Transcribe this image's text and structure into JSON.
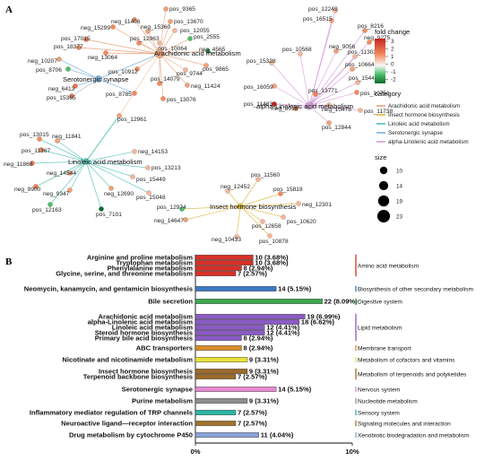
{
  "panel_a_tag": "A",
  "panel_b_tag": "B",
  "chart_data": [
    {
      "type": "network",
      "legend": {
        "fold_change_title": "fold change",
        "fold_change_ticks": [
          "3",
          "2",
          "1",
          "0",
          "-1",
          "-2"
        ],
        "category_title": "category",
        "category_items": [
          {
            "label": "Arachidonic acid metabolism",
            "color": "#e8a27d"
          },
          {
            "label": "Insect hormone biosynthesis",
            "color": "#d9b435"
          },
          {
            "label": "Linoleic acid metabolism",
            "color": "#4ec2b3"
          },
          {
            "label": "Serotonergic synapse",
            "color": "#7ab0dc"
          },
          {
            "label": "alpha-Linolenic acid metabolism",
            "color": "#d59ad8"
          }
        ],
        "size_title": "size",
        "size_items": [
          "10",
          "14",
          "19",
          "23"
        ]
      },
      "hubs": [
        {
          "id": "arachidonic",
          "label": "Arachidonic acid metabolism",
          "color": "#e8a27d",
          "size": 23
        },
        {
          "id": "serotonergic",
          "label": "Serotonergic synapse",
          "color": "#7ab0dc",
          "size": 14
        },
        {
          "id": "alpha",
          "label": "alpha-Linolenic acid metabolism",
          "color": "#d59ad8",
          "size": 19
        },
        {
          "id": "linoleic",
          "label": "Linoleic acid metabolism",
          "color": "#4ec2b3",
          "size": 12
        },
        {
          "id": "insect",
          "label": "Insect hormone biosynthesis",
          "color": "#d9b435",
          "size": 10
        }
      ],
      "nodes": [
        {
          "label": "pos_9365",
          "hub": "arachidonic",
          "fc": 0.8
        },
        {
          "label": "neg_11406",
          "hub": "arachidonic",
          "fc": 1.0
        },
        {
          "label": "pos_13670",
          "hub": "arachidonic",
          "fc": 0.8
        },
        {
          "label": "neg_15299",
          "hub": "arachidonic",
          "fc": 1.0
        },
        {
          "label": "neg_15360",
          "hub": "arachidonic",
          "fc": 0.8
        },
        {
          "label": "pos_12055",
          "hub": "arachidonic",
          "fc": 0.6
        },
        {
          "label": "pos_17015",
          "hub": "arachidonic",
          "fc": 1.2
        },
        {
          "label": "pos_12963",
          "hub": "arachidonic",
          "fc": 1.0
        },
        {
          "label": "pos_10064",
          "hub": "arachidonic",
          "fc": 0.6
        },
        {
          "label": "pos_2555",
          "hub": "arachidonic",
          "fc": -1.0
        },
        {
          "label": "pos_18377",
          "hub": "arachidonic",
          "fc": 1.0
        },
        {
          "label": "neg_4565",
          "hub": "arachidonic",
          "fc": -1.5
        },
        {
          "label": "neg_13064",
          "hub": "arachidonic",
          "fc": 1.0
        },
        {
          "label": "neg_10207",
          "hub": "serotonergic",
          "fc": 0.8
        },
        {
          "label": "pos_8706",
          "hub": "serotonergic",
          "fc": -1.0
        },
        {
          "label": "pos_9744",
          "hub": "arachidonic",
          "fc": 0.6
        },
        {
          "label": "pos_9865",
          "hub": "arachidonic",
          "fc": 0.8
        },
        {
          "label": "pos_10912",
          "hub": "arachidonic",
          "fc": 1.0
        },
        {
          "label": "neg_6413",
          "hub": "serotonergic",
          "fc": 1.4
        },
        {
          "label": "pos_14079",
          "hub": "arachidonic",
          "fc": 1.0
        },
        {
          "label": "neg_11424",
          "hub": "arachidonic",
          "fc": 0.8
        },
        {
          "label": "pos_15365",
          "hub": "serotonergic",
          "fc": 1.2
        },
        {
          "label": "pos_8785",
          "hub": "serotonergic",
          "fc": 1.0
        },
        {
          "label": "pos_13076",
          "hub": "arachidonic",
          "fc": 1.0
        },
        {
          "label": "pos_12961",
          "hub": "linoleic",
          "fc": 0.8
        },
        {
          "label": "pos_12249",
          "hub": "alpha",
          "fc": 0.6
        },
        {
          "label": "pos_16515",
          "hub": "alpha",
          "fc": 0.8
        },
        {
          "label": "pos_8216",
          "hub": "alpha",
          "fc": 1.0
        },
        {
          "label": "neg_9275",
          "hub": "alpha",
          "fc": 1.0
        },
        {
          "label": "neg_9056",
          "hub": "alpha",
          "fc": 0.8
        },
        {
          "label": "pos_10568",
          "hub": "alpha",
          "fc": 0.6
        },
        {
          "label": "pos_11302",
          "hub": "alpha",
          "fc": 0.6
        },
        {
          "label": "pos_15328",
          "hub": "alpha",
          "fc": 0.6
        },
        {
          "label": "pos_10664",
          "hub": "alpha",
          "fc": 0.8
        },
        {
          "label": "pos_15446",
          "hub": "alpha",
          "fc": 0.6
        },
        {
          "label": "pos_16059",
          "hub": "alpha",
          "fc": 0.8
        },
        {
          "label": "pos_10751",
          "hub": "alpha",
          "fc": 1.0
        },
        {
          "label": "pos_13771",
          "hub": "alpha",
          "fc": 1.2
        },
        {
          "label": "pos_11483",
          "hub": "alpha",
          "fc": 3.0
        },
        {
          "label": "neg_10478",
          "hub": "alpha",
          "fc": 0.6
        },
        {
          "label": "pos_11738",
          "hub": "alpha",
          "fc": 0.6
        },
        {
          "label": "neg_8016",
          "hub": "alpha",
          "fc": 1.2
        },
        {
          "label": "pos_12844",
          "hub": "alpha",
          "fc": 0.8
        },
        {
          "label": "pos_13015",
          "hub": "linoleic",
          "fc": 1.0
        },
        {
          "label": "neg_11841",
          "hub": "linoleic",
          "fc": 0.8
        },
        {
          "label": "pos_11367",
          "hub": "linoleic",
          "fc": 1.0
        },
        {
          "label": "neg_14153",
          "hub": "linoleic",
          "fc": 0.6
        },
        {
          "label": "neg_11868",
          "hub": "linoleic",
          "fc": 1.2
        },
        {
          "label": "pos_13213",
          "hub": "linoleic",
          "fc": 0.6
        },
        {
          "label": "neg_14544",
          "hub": "linoleic",
          "fc": 0.8
        },
        {
          "label": "pos_15449",
          "hub": "linoleic",
          "fc": 0.6
        },
        {
          "label": "neg_9900",
          "hub": "linoleic",
          "fc": 1.2
        },
        {
          "label": "neg_9347",
          "hub": "linoleic",
          "fc": 0.8
        },
        {
          "label": "neg_12690",
          "hub": "linoleic",
          "fc": 0.8
        },
        {
          "label": "pos_15048",
          "hub": "linoleic",
          "fc": 0.6
        },
        {
          "label": "pos_12163",
          "hub": "linoleic",
          "fc": -1.0
        },
        {
          "label": "pos_7101",
          "hub": "linoleic",
          "fc": -2.0
        },
        {
          "label": "pos_11560",
          "hub": "insect",
          "fc": 0.6
        },
        {
          "label": "neg_12452",
          "hub": "insect",
          "fc": 0.6
        },
        {
          "label": "pos_15818",
          "hub": "insect",
          "fc": 1.0
        },
        {
          "label": "neg_12301",
          "hub": "insect",
          "fc": 0.6
        },
        {
          "label": "pos_12974",
          "hub": "insect",
          "fc": -1.0
        },
        {
          "label": "neg_14647",
          "hub": "insect",
          "fc": 0.8
        },
        {
          "label": "pos_12658",
          "hub": "insect",
          "fc": 0.6
        },
        {
          "label": "pos_10620",
          "hub": "insect",
          "fc": 0.6
        },
        {
          "label": "neg_10433",
          "hub": "insect",
          "fc": 0.6
        },
        {
          "label": "pos_10878",
          "hub": "insect",
          "fc": 0.6
        }
      ]
    },
    {
      "type": "bar",
      "orientation": "horizontal",
      "xlim": [
        0,
        10
      ],
      "x_tick_labels": [
        "0%",
        "10%"
      ],
      "bars": [
        {
          "label": "Arginine and proline metabolism",
          "value_label": "10 (3.68%)",
          "percent": 3.68,
          "color": "#d73027"
        },
        {
          "label": "Tryptophan metabolism",
          "value_label": "10 (3.68%)",
          "percent": 3.68,
          "color": "#d73027"
        },
        {
          "label": "Phenylalanine metabolism",
          "value_label": "8 (2.94%)",
          "percent": 2.94,
          "color": "#d73027"
        },
        {
          "label": "Glycine, serine, and threonine metabolism",
          "value_label": "7 (2.57%)",
          "percent": 2.57,
          "color": "#d73027"
        },
        {
          "label": "Neomycin, kanamycin, and gentamicin biosynthesis",
          "value_label": "14 (5.15%)",
          "percent": 5.15,
          "color": "#3a7ac2"
        },
        {
          "label": "Bile secretion",
          "value_label": "22 (8.09%)",
          "percent": 8.09,
          "color": "#3ea850"
        },
        {
          "label": "Arachidonic acid metabolism",
          "value_label": "19 (6.99%)",
          "percent": 6.99,
          "color": "#8a5bc4"
        },
        {
          "label": "alpha-Linolenic acid metabolism",
          "value_label": "18 (6.62%)",
          "percent": 6.62,
          "color": "#8a5bc4"
        },
        {
          "label": "Linoleic acid metabolism",
          "value_label": "12 (4.41%)",
          "percent": 4.41,
          "color": "#8a5bc4"
        },
        {
          "label": "Steroid hormone biosynthesis",
          "value_label": "12 (4.41%)",
          "percent": 4.41,
          "color": "#8a5bc4"
        },
        {
          "label": "Primary bile acid biosynthesis",
          "value_label": "8 (2.94%)",
          "percent": 2.94,
          "color": "#8a5bc4"
        },
        {
          "label": "ABC transporters",
          "value_label": "8 (2.94%)",
          "percent": 2.94,
          "color": "#d98c2b"
        },
        {
          "label": "Nicotinate and nicotinamide metabolism",
          "value_label": "9 (3.31%)",
          "percent": 3.31,
          "color": "#e8e23a"
        },
        {
          "label": "Insect hormone biosynthesis",
          "value_label": "9 (3.31%)",
          "percent": 3.31,
          "color": "#9c6a2a"
        },
        {
          "label": "Terpenoid backbone biosynthesis",
          "value_label": "7 (2.57%)",
          "percent": 2.57,
          "color": "#9c6a2a"
        },
        {
          "label": "Serotonergic synapse",
          "value_label": "14 (5.15%)",
          "percent": 5.15,
          "color": "#e58ad0"
        },
        {
          "label": "Purine metabolism",
          "value_label": "9 (3.31%)",
          "percent": 3.31,
          "color": "#8e8e8e"
        },
        {
          "label": "Inflammatory mediator regulation of TRP channels",
          "value_label": "7 (2.57%)",
          "percent": 2.57,
          "color": "#2bb5a4"
        },
        {
          "label": "Neuroactive ligand—receptor interaction",
          "value_label": "7 (2.57%)",
          "percent": 2.57,
          "color": "#a0742e"
        },
        {
          "label": "Drug metabolism by cytochrome P450",
          "value_label": "11 (4.04%)",
          "percent": 4.04,
          "color": "#8aa2d6"
        }
      ],
      "categories": [
        {
          "label": "Amino acid metabolism",
          "color": "#d73027"
        },
        {
          "label": "Biosynthesis of other secondary metabolism",
          "color": "#3a7ac2"
        },
        {
          "label": "Digestive system",
          "color": "#3ea850"
        },
        {
          "label": "Lipid metabolism",
          "color": "#8a5bc4"
        },
        {
          "label": "Membrane transport",
          "color": "#d98c2b"
        },
        {
          "label": "Metabolism of cofactors and vitamins",
          "color": "#e8e23a"
        },
        {
          "label": "Metabolism of terpenoids and polyketides",
          "color": "#9c6a2a"
        },
        {
          "label": "Nervous system",
          "color": "#e58ad0"
        },
        {
          "label": "Nucleotide metabolism",
          "color": "#8e8e8e"
        },
        {
          "label": "Sensory system",
          "color": "#2bb5a4"
        },
        {
          "label": "Signaling molecules and interaction",
          "color": "#a0742e"
        },
        {
          "label": "Xenobiotic biodegradation and metabolism",
          "color": "#8aa2d6"
        }
      ]
    }
  ]
}
